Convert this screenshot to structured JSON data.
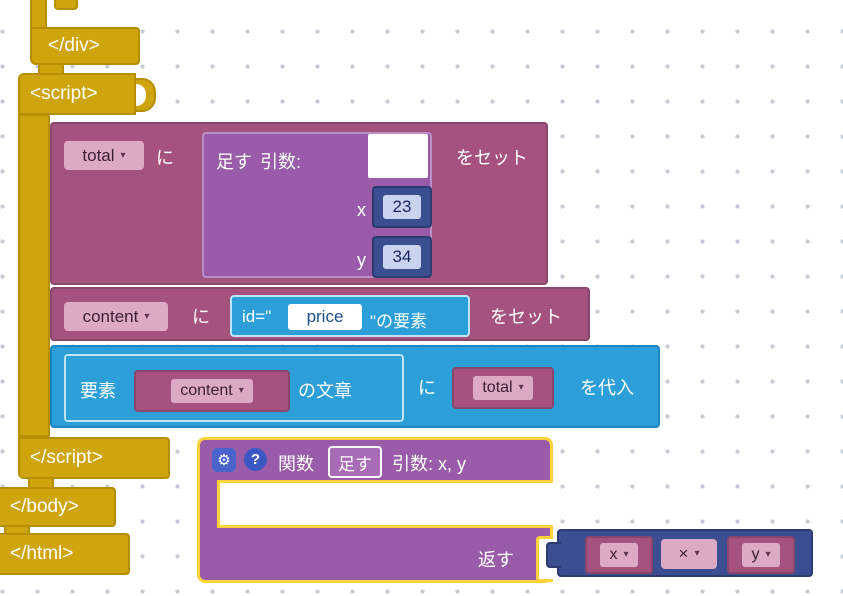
{
  "icons": {
    "gear": "⚙",
    "help": "?",
    "dropdown_arrow": "▾"
  },
  "workspace": {
    "html_blocks": {
      "div_close": "</div>",
      "script_open": "<script>",
      "script_close": "</script>",
      "body_close": "</body>",
      "html_close": "</html>"
    },
    "set_total": {
      "variable": "total",
      "particle": "に",
      "action": "をセット"
    },
    "call_add": {
      "name": "足す",
      "args_label": "引数:",
      "param_x": "x",
      "param_x_value": "23",
      "param_y": "y",
      "param_y_value": "34"
    },
    "set_content": {
      "variable": "content",
      "particle": "に",
      "action": "をセット"
    },
    "id_element": {
      "prefix": "id=\"",
      "value": "price",
      "suffix": "\"の要素"
    },
    "assign_text": {
      "element_label": "要素",
      "element_variable": "content",
      "property_label": "の文章",
      "particle": "に",
      "value_variable": "total",
      "action": "を代入"
    },
    "function_def": {
      "keyword": "関数",
      "name": "足す",
      "args_label": "引数: x, y",
      "return_label": "返す"
    },
    "return_expr": {
      "left": "x",
      "operator": "×",
      "right": "y"
    }
  }
}
